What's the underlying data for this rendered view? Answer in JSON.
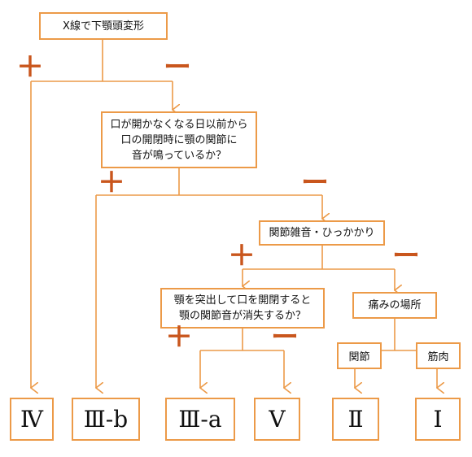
{
  "colors": {
    "line": "#ec9a48",
    "sign": "#c9561d",
    "text": "#111111"
  },
  "nodes": {
    "start": "X線で下顎頭変形",
    "q1": "口が開かなくなる日以前から\n口の開閉時に顎の関節に\n音が鳴っているか？",
    "q2": "関節雑音・ひっかかり",
    "q3": "顎を突出して口を開閉すると\n顎の関節音が消失するか？",
    "q4": "痛みの場所",
    "joint": "関節",
    "muscle": "筋肉"
  },
  "signs": {
    "plus": "＋",
    "minus": "ー"
  },
  "results": {
    "iv": "Ⅳ",
    "iiib": "Ⅲ-b",
    "iiia": "Ⅲ-a",
    "v": "Ⅴ",
    "ii": "Ⅱ",
    "i": "Ⅰ"
  }
}
